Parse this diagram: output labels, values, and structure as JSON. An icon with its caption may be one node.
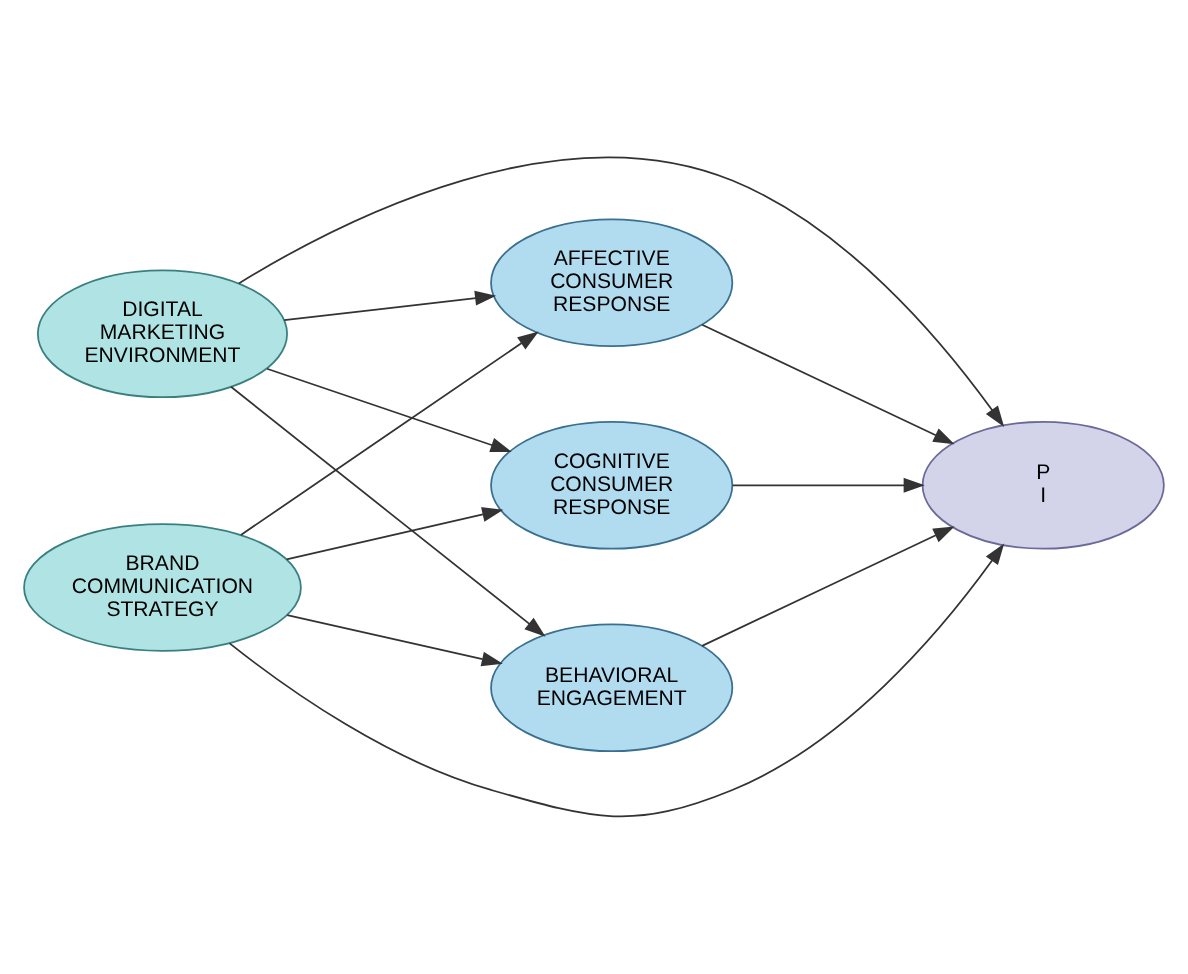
{
  "diagram": {
    "nodes": [
      {
        "text": [
          "DIGITAL MARKETING ENVIRONMENT"
        ]
      },
      {
        "text": [
          "BRAND COMMUNICATION STRATEGY"
        ]
      },
      {
        "text": [
          "AFFECTIVE CONSUMER RESPONSE"
        ]
      },
      {
        "text": [
          "COGNITIVE CONSUMER RESPONSE"
        ]
      },
      {
        "text": [
          "BEHAVIORAL ENGAGEMENT"
        ]
      },
      {
        "text": [
          "P I"
        ]
      }
    ],
    "edges": [
      {
        "from": 0,
        "to": 2,
        "arrow": "to"
      },
      {
        "from": 0,
        "to": 3,
        "arrow": "to"
      },
      {
        "from": 0,
        "to": 4,
        "arrow": "to"
      },
      {
        "from": 0,
        "to": 5,
        "arrow": "to"
      },
      {
        "from": 1,
        "to": 2,
        "arrow": "to"
      },
      {
        "from": 1,
        "to": 3,
        "arrow": "to"
      },
      {
        "from": 1,
        "to": 4,
        "arrow": "to"
      },
      {
        "from": 1,
        "to": 5,
        "arrow": "to"
      },
      {
        "from": 2,
        "to": 5,
        "arrow": "to"
      },
      {
        "from": 3,
        "to": 5,
        "arrow": "to"
      },
      {
        "from": 4,
        "to": 5,
        "arrow": "to"
      }
    ]
  }
}
